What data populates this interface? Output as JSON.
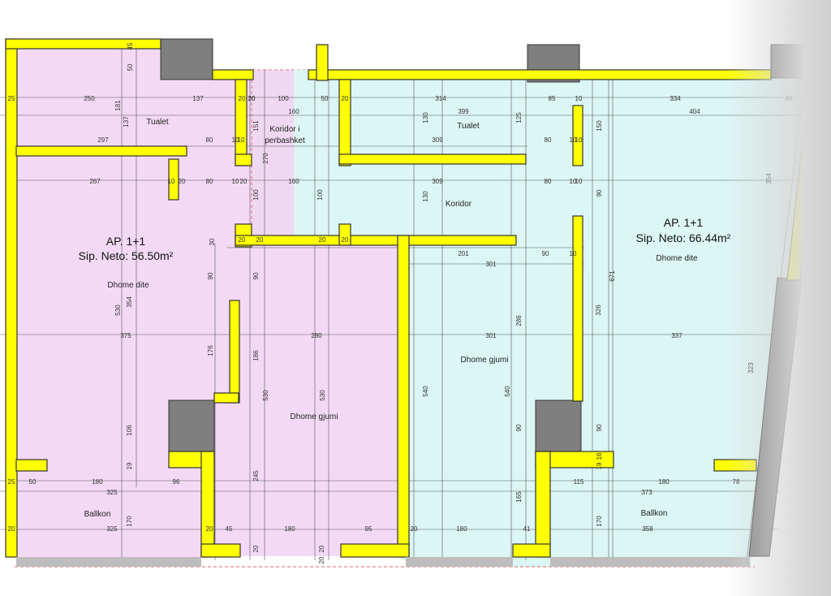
{
  "colors": {
    "wall_fill": "#ffff00",
    "wall_stroke": "#333333",
    "apartment_left_fill": "#f4d9f6",
    "apartment_right_fill": "#dcf6f4",
    "column_fill": "#7f7f7f",
    "dimension_line": "#555555",
    "balcony_edge": "#e03030"
  },
  "apartments": [
    {
      "title": "AP. 1+1",
      "area": "Sip. Neto: 56.50m²",
      "rooms": {
        "toilet": "Tualet",
        "living": "Dhome dite",
        "bedroom": "Dhome gjumi",
        "balcony": "Ballkon"
      }
    },
    {
      "title": "AP. 1+1",
      "area": "Sip. Neto: 66.44m²",
      "rooms": {
        "toilet": "Tualet",
        "corridor": "Koridor",
        "living": "Dhome dite",
        "bedroom": "Dhome gjumi",
        "balcony": "Ballkon"
      }
    }
  ],
  "shared_corridor": [
    "Koridor i",
    "perbashket"
  ],
  "dimensions": [
    "45",
    "50",
    "25",
    "250",
    "137",
    "20",
    "20",
    "10",
    "100",
    "50",
    "20",
    "314",
    "85",
    "10",
    "334",
    "69",
    "181",
    "137",
    "160",
    "399",
    "404",
    "151",
    "130",
    "125",
    "150",
    "297",
    "80",
    "10",
    "10",
    "309",
    "80",
    "10",
    "10",
    "270",
    "267",
    "10",
    "20",
    "80",
    "10",
    "20",
    "160",
    "309",
    "80",
    "10",
    "10",
    "354",
    "100",
    "100",
    "130",
    "90",
    "30",
    "20",
    "20",
    "20",
    "20",
    "201",
    "90",
    "10",
    "301",
    "671",
    "90",
    "90",
    "326",
    "530",
    "354",
    "286",
    "375",
    "280",
    "301",
    "337",
    "176",
    "186",
    "530",
    "530",
    "540",
    "540",
    "323",
    "106",
    "90",
    "90",
    "19",
    "19",
    "16",
    "25",
    "50",
    "180",
    "96",
    "115",
    "180",
    "78",
    "325",
    "245",
    "165",
    "373",
    "170",
    "170",
    "325",
    "20",
    "45",
    "180",
    "95",
    "20",
    "180",
    "41",
    "20",
    "358",
    "20",
    "20",
    "20"
  ]
}
